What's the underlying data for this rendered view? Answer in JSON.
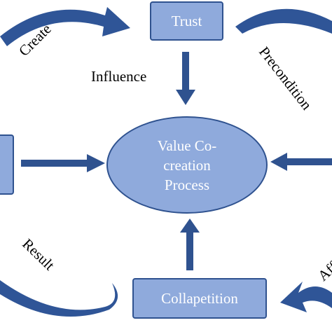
{
  "diagram": {
    "nodes": {
      "trust": "Trust",
      "center_line1": "Value Co-",
      "center_line2": "creation",
      "center_line3": "Process",
      "collapetition": "Collapetition"
    },
    "labels": {
      "influence": "Influence",
      "create": "Create",
      "precondition": "Precondition",
      "result": "Result",
      "affect": "Aff"
    },
    "colors": {
      "node_fill": "#8faadc",
      "node_border": "#2f528f",
      "arrow_fill": "#2f528f",
      "curved_arrow_fill": "#2f5597"
    }
  }
}
